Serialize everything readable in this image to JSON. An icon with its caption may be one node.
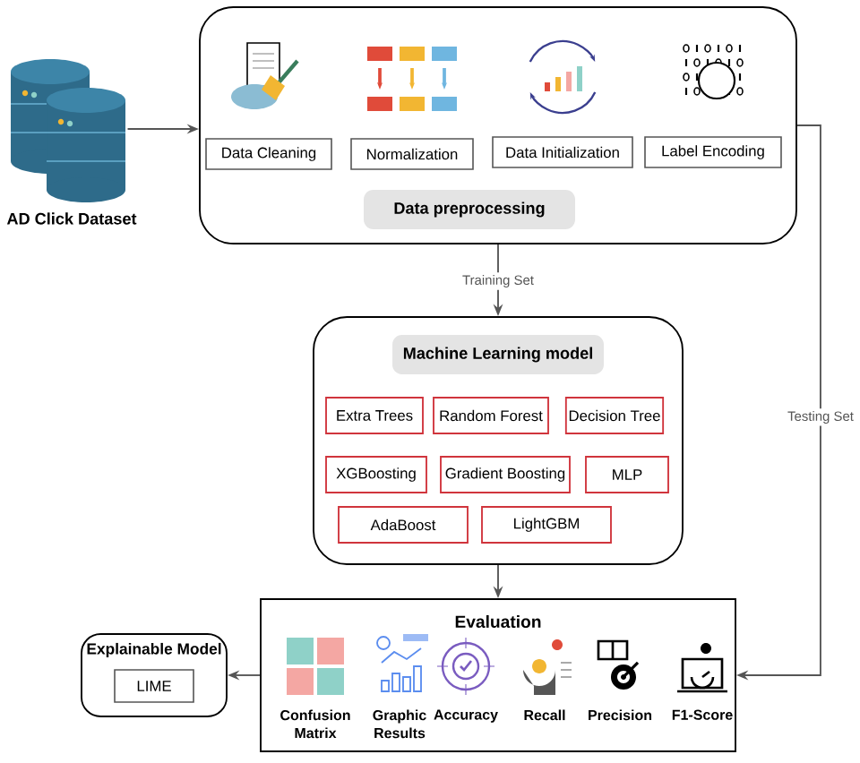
{
  "diagram": {
    "nodes": [
      {
        "text": [],
        "shape": "cylinder",
        "beside": [
          "AD Click Dataset"
        ]
      },
      {
        "text": [
          "Data preprocessing"
        ]
      },
      {
        "text": [
          "Data Cleaning"
        ],
        "in": 1
      },
      {
        "text": [
          "Normalization"
        ],
        "in": 1
      },
      {
        "text": [
          "Data Initialization"
        ],
        "in": 1
      },
      {
        "text": [
          "Label Encoding"
        ],
        "in": 1
      },
      {
        "text": [
          "Machine Learning model"
        ]
      },
      {
        "text": [
          "Extra Trees"
        ],
        "in": 6
      },
      {
        "text": [
          "Random Forest"
        ],
        "in": 6
      },
      {
        "text": [
          "Decision Tree"
        ],
        "in": 6
      },
      {
        "text": [
          "XGBoosting"
        ],
        "in": 6
      },
      {
        "text": [
          "Gradient Boosting"
        ],
        "in": 6
      },
      {
        "text": [
          "MLP"
        ],
        "in": 6
      },
      {
        "text": [
          "AdaBoost"
        ],
        "in": 6
      },
      {
        "text": [
          "LightGBM"
        ],
        "in": 6
      },
      {
        "text": [
          "Evaluation"
        ]
      },
      {
        "text": [
          "Explainable Model"
        ]
      },
      {
        "text": [
          "LIME"
        ],
        "in": 16
      }
    ],
    "edges": [
      {
        "from": 0,
        "to": 1,
        "arrow": "to"
      },
      {
        "from": 1,
        "to": 6,
        "arrow": "to",
        "label": "Training Set"
      },
      {
        "from": 6,
        "to": 15,
        "arrow": "to"
      },
      {
        "from": 1,
        "to": 15,
        "arrow": "to",
        "label": "Testing Set"
      },
      {
        "from": 15,
        "to": 16,
        "arrow": "to"
      }
    ],
    "labels": [
      "Confusion Matrix",
      "Graphic Results",
      "Accuracy",
      "Recall",
      "Precision",
      "F1-Score"
    ]
  }
}
